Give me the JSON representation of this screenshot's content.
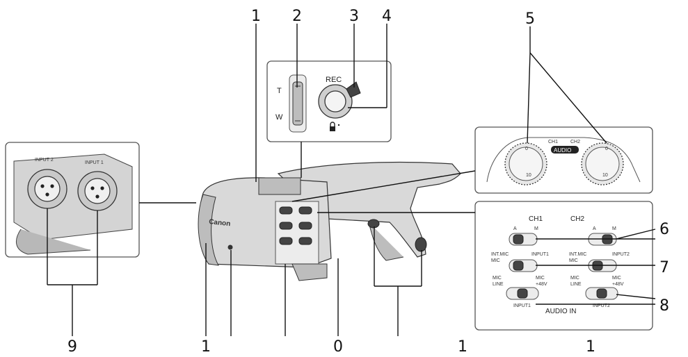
{
  "callouts": {
    "c1_top": "1",
    "c2": "2",
    "c3": "3",
    "c4": "4",
    "c5": "5",
    "c6": "6",
    "c7": "7",
    "c8": "8",
    "c9": "9",
    "c1_bottom_a": "1",
    "c0": "0",
    "c1_bottom_b": "1",
    "c1_bottom_c": "1"
  },
  "zoom_panel": {
    "t": "T",
    "w": "W",
    "rec": "REC"
  },
  "audio_dial_panel": {
    "ch1": "CH1",
    "ch2": "CH2",
    "audio": "AUDIO",
    "dial_zero": "0",
    "dial_ten": "10"
  },
  "switch_panel": {
    "ch1": "CH1",
    "ch2": "CH2",
    "am_left": "A",
    "am_right": "M",
    "int_mic_left": "INT.MIC",
    "mic_left": "MIC",
    "input1_top": "INPUT1",
    "int_mic_right": "INT.MIC",
    "mic_right": "MIC",
    "input2_top": "INPUT2",
    "mic_a": "MIC",
    "line_a": "LINE",
    "mic_48_a": "MIC",
    "plus48_a": "+48V",
    "mic_b": "MIC",
    "line_b": "LINE",
    "mic_48_b": "MIC",
    "plus48_b": "+48V",
    "input1_bottom": "INPUT1",
    "input2_bottom": "INPUT2",
    "audio_in": "AUDIO IN"
  },
  "xlr_panel": {
    "input2": "INPUT 2",
    "input1": "INPUT 1"
  },
  "body": {
    "brand": "Canon"
  }
}
